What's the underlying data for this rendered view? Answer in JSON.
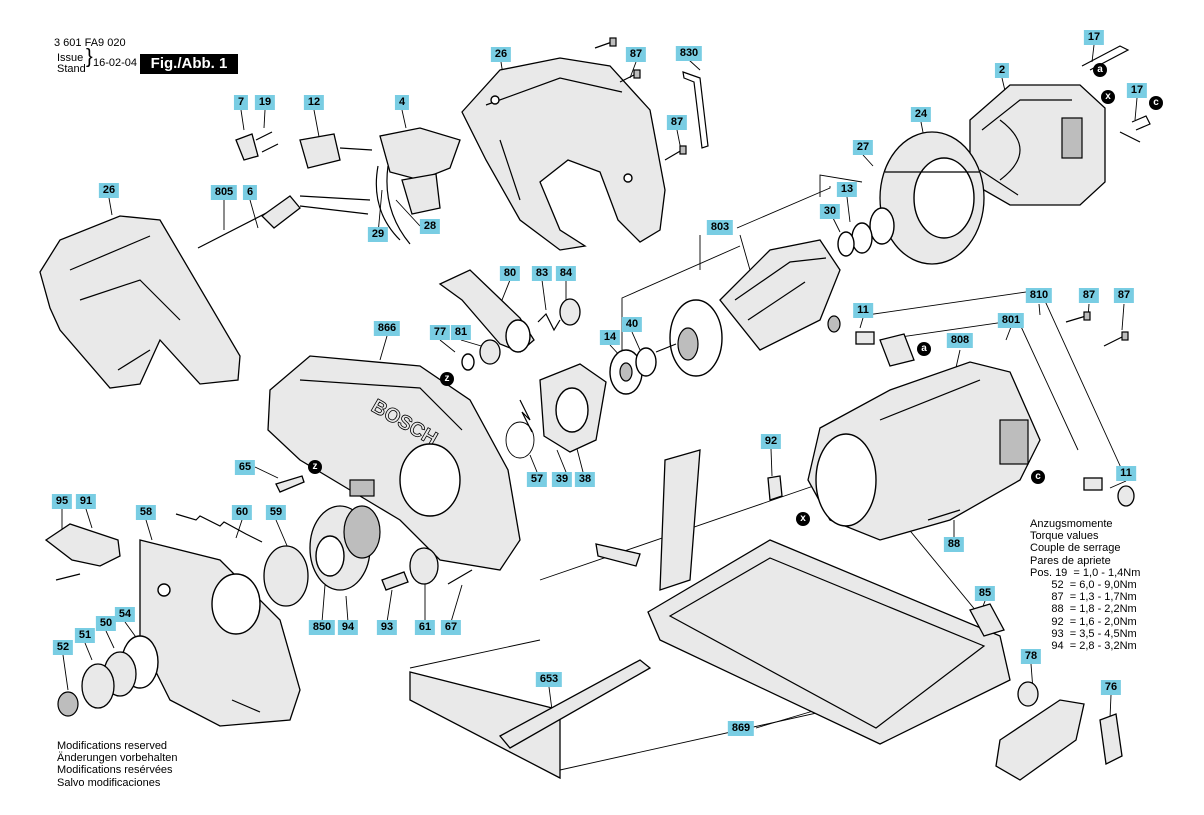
{
  "header": {
    "part_number": "3 601 FA9 020",
    "issue_label": "Issue",
    "stand_label": "Stand",
    "date": "16-02-04",
    "figure_label": "Fig./Abb. 1"
  },
  "callouts": [
    {
      "id": "c1",
      "label": "26"
    },
    {
      "id": "c2",
      "label": "87"
    },
    {
      "id": "c3",
      "label": "830"
    },
    {
      "id": "c4",
      "label": "17"
    },
    {
      "id": "c5",
      "label": "2"
    },
    {
      "id": "c6",
      "label": "17"
    },
    {
      "id": "c7",
      "label": "7"
    },
    {
      "id": "c8",
      "label": "19"
    },
    {
      "id": "c9",
      "label": "12"
    },
    {
      "id": "c10",
      "label": "4"
    },
    {
      "id": "c11",
      "label": "87"
    },
    {
      "id": "c12",
      "label": "24"
    },
    {
      "id": "c13",
      "label": "27"
    },
    {
      "id": "c14",
      "label": "26"
    },
    {
      "id": "c15",
      "label": "805"
    },
    {
      "id": "c16",
      "label": "6"
    },
    {
      "id": "c17",
      "label": "28"
    },
    {
      "id": "c18",
      "label": "29"
    },
    {
      "id": "c19",
      "label": "13"
    },
    {
      "id": "c20",
      "label": "30"
    },
    {
      "id": "c21",
      "label": "803"
    },
    {
      "id": "c22",
      "label": "80"
    },
    {
      "id": "c23",
      "label": "83"
    },
    {
      "id": "c24",
      "label": "84"
    },
    {
      "id": "c25",
      "label": "810"
    },
    {
      "id": "c26",
      "label": "87"
    },
    {
      "id": "c27",
      "label": "87"
    },
    {
      "id": "c28",
      "label": "11"
    },
    {
      "id": "c29",
      "label": "801"
    },
    {
      "id": "c30",
      "label": "866"
    },
    {
      "id": "c31",
      "label": "77"
    },
    {
      "id": "c32",
      "label": "81"
    },
    {
      "id": "c33",
      "label": "14"
    },
    {
      "id": "c34",
      "label": "40"
    },
    {
      "id": "c35",
      "label": "808"
    },
    {
      "id": "c36",
      "label": "92"
    },
    {
      "id": "c37",
      "label": "11"
    },
    {
      "id": "c38",
      "label": "65"
    },
    {
      "id": "c39",
      "label": "57"
    },
    {
      "id": "c40",
      "label": "39"
    },
    {
      "id": "c41",
      "label": "38"
    },
    {
      "id": "c42",
      "label": "95"
    },
    {
      "id": "c43",
      "label": "91"
    },
    {
      "id": "c44",
      "label": "58"
    },
    {
      "id": "c45",
      "label": "60"
    },
    {
      "id": "c46",
      "label": "59"
    },
    {
      "id": "c47",
      "label": "88"
    },
    {
      "id": "c48",
      "label": "85"
    },
    {
      "id": "c49",
      "label": "54"
    },
    {
      "id": "c50",
      "label": "50"
    },
    {
      "id": "c51",
      "label": "51"
    },
    {
      "id": "c52",
      "label": "52"
    },
    {
      "id": "c53",
      "label": "850"
    },
    {
      "id": "c54",
      "label": "94"
    },
    {
      "id": "c55",
      "label": "93"
    },
    {
      "id": "c56",
      "label": "61"
    },
    {
      "id": "c57",
      "label": "67"
    },
    {
      "id": "c58",
      "label": "78"
    },
    {
      "id": "c59",
      "label": "653"
    },
    {
      "id": "c60",
      "label": "76"
    },
    {
      "id": "c61",
      "label": "869"
    }
  ],
  "ref_markers": [
    {
      "id": "m1",
      "label": "a"
    },
    {
      "id": "m2",
      "label": "x"
    },
    {
      "id": "m3",
      "label": "c"
    },
    {
      "id": "m4",
      "label": "a"
    },
    {
      "id": "m5",
      "label": "z"
    },
    {
      "id": "m6",
      "label": "z"
    },
    {
      "id": "m7",
      "label": "c"
    },
    {
      "id": "m8",
      "label": "x"
    }
  ],
  "torque_table": {
    "titles": [
      "Anzugsmomente",
      "Torque values",
      "Couple de serrage",
      "Pares de apriete"
    ],
    "rows": [
      "Pos. 19  = 1,0 - 1,4Nm",
      "       52  = 6,0 - 9,0Nm",
      "       87  = 1,3 - 1,7Nm",
      "       88  = 1,8 - 2,2Nm",
      "       92  = 1,6 - 2,0Nm",
      "       93  = 3,5 - 4,5Nm",
      "       94  = 2,8 - 3,2Nm"
    ]
  },
  "notes": [
    "Modifications reserved",
    "Änderungen vorbehalten",
    "Modifications resérvées",
    "Salvo modificaciones"
  ],
  "colors": {
    "callout_bg": "#79cde3",
    "ink": "#000000",
    "badge_bg": "#000000"
  }
}
